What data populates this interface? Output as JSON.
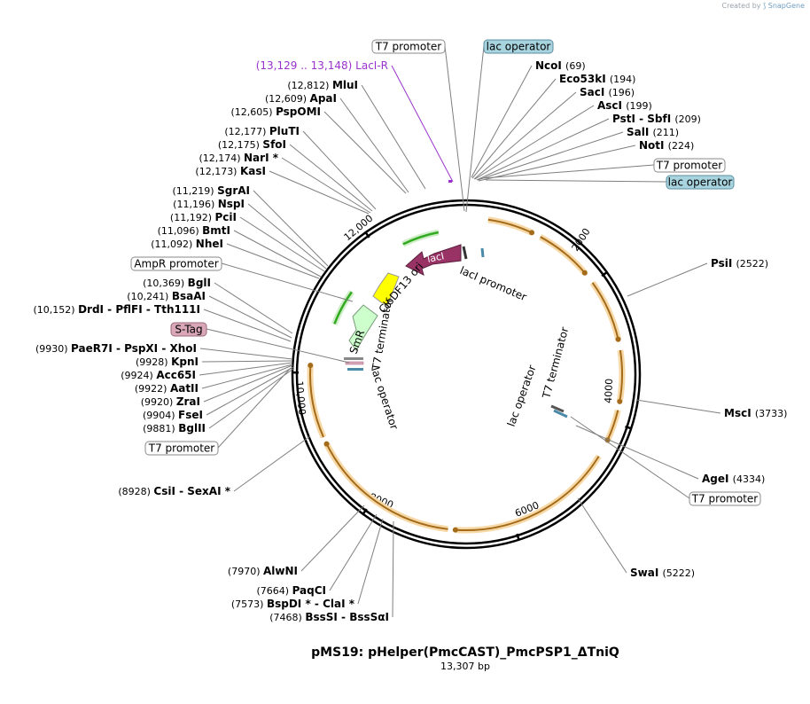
{
  "credit": {
    "prefix": "Created by",
    "brand": "SnapGene"
  },
  "plasmid": {
    "name": "pMS19: pHelper(PmcCAST)_PmcPSP1_ΔTniQ",
    "length": "13,307 bp",
    "total_bp": 13307
  },
  "ticks": [
    {
      "label": "2000",
      "bp": 2000
    },
    {
      "label": "4000",
      "bp": 4000
    },
    {
      "label": "6000",
      "bp": 6000
    },
    {
      "label": "8000",
      "bp": 8000
    },
    {
      "label": "10,000",
      "bp": 10000
    },
    {
      "label": "12,000",
      "bp": 12000
    }
  ],
  "colors": {
    "orange": "#f0a030",
    "green": "#33aa22",
    "lacI": "#993366",
    "ori": "#ffff00",
    "smr": "#ccffcc",
    "operator": "#a8d4e0",
    "stag": "#d9a7b8",
    "primer": "#9933cc"
  },
  "features": [
    {
      "name": "lacI",
      "label": "lacI",
      "kind": "arrow"
    },
    {
      "name": "lacI promoter",
      "label": "lacI promoter",
      "kind": "label"
    },
    {
      "name": "CloDF13 ori",
      "label": "CloDF13 ori",
      "kind": "arrow"
    },
    {
      "name": "SmR",
      "label": "SmR",
      "kind": "arrow"
    },
    {
      "name": "T7 terminator",
      "label": "T7 terminator",
      "kind": "label"
    },
    {
      "name": "lac operator",
      "label": "lac operator",
      "kind": "label"
    },
    {
      "name": "lac operator 2",
      "label": "lac operator",
      "kind": "label"
    },
    {
      "name": "T7 terminator 2",
      "label": "T7 terminator",
      "kind": "label"
    }
  ],
  "left_labels": [
    {
      "pos": "(13,129 .. 13,148)",
      "name": "LacI-R",
      "primer": true
    },
    {
      "pos": "(12,812)",
      "name": "MluI"
    },
    {
      "pos": "(12,609)",
      "name": "ApaI"
    },
    {
      "pos": "(12,605)",
      "name": "PspOMI"
    },
    {
      "pos": "(12,177)",
      "name": "PluTI"
    },
    {
      "pos": "(12,175)",
      "name": "SfoI"
    },
    {
      "pos": "(12,174)",
      "name": "NarI *"
    },
    {
      "pos": "(12,173)",
      "name": "KasI"
    },
    {
      "pos": "(11,219)",
      "name": "SgrAI"
    },
    {
      "pos": "(11,196)",
      "name": "NspI"
    },
    {
      "pos": "(11,192)",
      "name": "PciI"
    },
    {
      "pos": "(11,096)",
      "name": "BmtI"
    },
    {
      "pos": "(11,092)",
      "name": "NheI"
    },
    {
      "pos": "(10,369)",
      "name": "BglI"
    },
    {
      "pos": "(10,241)",
      "name": "BsaAI"
    },
    {
      "pos": "(10,152)",
      "name": "DrdI  -  PflFI  -  Tth111I"
    },
    {
      "pos": "(9930)",
      "name": "PaeR7I  -  PspXI  -  XhoI"
    },
    {
      "pos": "(9928)",
      "name": "KpnI"
    },
    {
      "pos": "(9924)",
      "name": "Acc65I"
    },
    {
      "pos": "(9922)",
      "name": "AatII"
    },
    {
      "pos": "(9920)",
      "name": "ZraI"
    },
    {
      "pos": "(9904)",
      "name": "FseI"
    },
    {
      "pos": "(9881)",
      "name": "BglII"
    },
    {
      "pos": "(8928)",
      "name": "CsiI  -  SexAI *"
    },
    {
      "pos": "(7970)",
      "name": "AlwNI"
    },
    {
      "pos": "(7664)",
      "name": "PaqCI"
    },
    {
      "pos": "(7573)",
      "name": "BspDI *  -  ClaI *"
    },
    {
      "pos": "(7468)",
      "name": "BssSI  -  BssSαI"
    }
  ],
  "right_labels": [
    {
      "pos": "(69)",
      "name": "NcoI"
    },
    {
      "pos": "(194)",
      "name": "Eco53kI"
    },
    {
      "pos": "(196)",
      "name": "SacI"
    },
    {
      "pos": "(199)",
      "name": "AscI"
    },
    {
      "pos": "(209)",
      "name": "PstI  -  SbfI"
    },
    {
      "pos": "(211)",
      "name": "SalI"
    },
    {
      "pos": "(224)",
      "name": "NotI"
    },
    {
      "pos": "(2522)",
      "name": "PsiI"
    },
    {
      "pos": "(3733)",
      "name": "MscI"
    },
    {
      "pos": "(4334)",
      "name": "AgeI"
    },
    {
      "pos": "(5222)",
      "name": "SwaI"
    }
  ],
  "boxes": [
    {
      "label": "T7 promoter",
      "style": "white"
    },
    {
      "label": "lac operator",
      "style": "blue"
    },
    {
      "label": "T7 promoter",
      "style": "white"
    },
    {
      "label": "lac operator",
      "style": "blue"
    },
    {
      "label": "AmpR promoter",
      "style": "white"
    },
    {
      "label": "S-Tag",
      "style": "pink"
    },
    {
      "label": "T7 promoter",
      "style": "white"
    },
    {
      "label": "T7 promoter",
      "style": "white"
    }
  ]
}
